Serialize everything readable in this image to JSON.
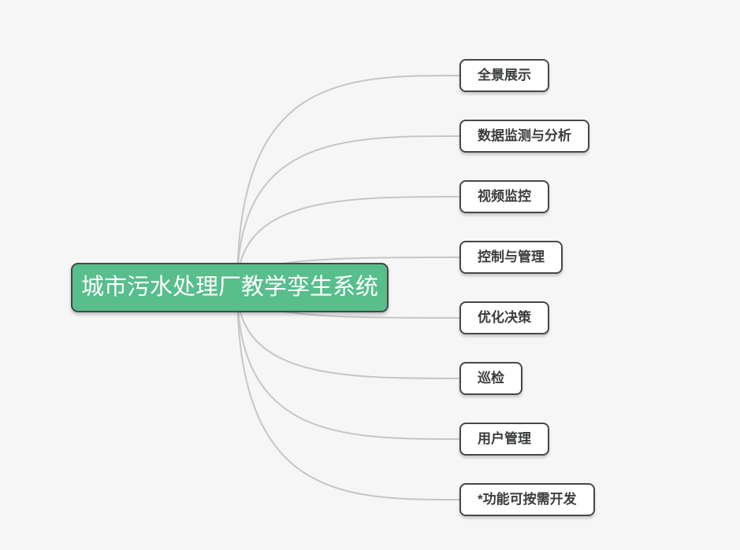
{
  "canvas": {
    "background_color": "#f6f6f6",
    "connector_color": "#c6c6c6"
  },
  "mindmap": {
    "root": {
      "label": "城市污水处理厂教学孪生系统",
      "background_color": "#57be8c",
      "border_color": "#45484b",
      "text_color": "#ffffff"
    },
    "branch_style": {
      "background_color": "#ffffff",
      "border_color": "#45484b",
      "text_color": "#3a3c3e"
    },
    "branches": [
      {
        "label": "全景展示"
      },
      {
        "label": "数据监测与分析"
      },
      {
        "label": "视频监控"
      },
      {
        "label": "控制与管理"
      },
      {
        "label": "优化决策"
      },
      {
        "label": "巡检"
      },
      {
        "label": "用户管理"
      },
      {
        "label": "*功能可按需开发"
      }
    ]
  }
}
